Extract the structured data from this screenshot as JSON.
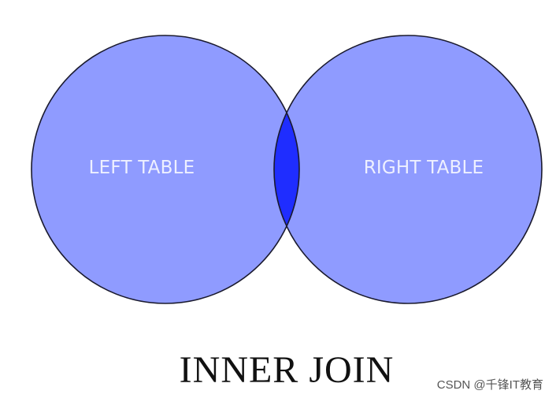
{
  "diagram": {
    "left_label": "LEFT TABLE",
    "right_label": "RIGHT TABLE",
    "title": "INNER JOIN",
    "watermark": "CSDN @千锋IT教育"
  },
  "colors": {
    "circle_fill": "#8f9bff",
    "intersection_fill": "#1f2dff",
    "stroke": "#1a1a2e",
    "label_text": "#eef0ff",
    "title_text": "#111111",
    "watermark_text": "#555555"
  }
}
